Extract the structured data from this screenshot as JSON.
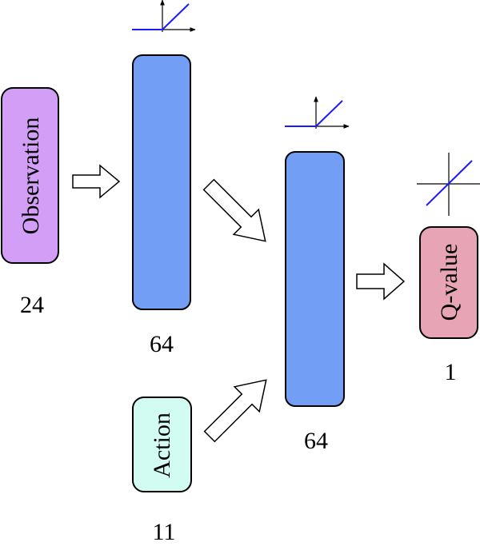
{
  "colors": {
    "observation_fill": "#d29ef6",
    "hidden_fill": "#729ff5",
    "action_fill": "#d2fbf1",
    "qvalue_fill": "#e6a4b4",
    "activation_line": "#1a1aff",
    "stroke": "#000000",
    "arrow_fill": "#ffffff"
  },
  "nodes": {
    "observation": {
      "label": "Observation",
      "size": "24"
    },
    "hidden1": {
      "size": "64",
      "activation_icon": "relu-icon"
    },
    "hidden2": {
      "size": "64",
      "activation_icon": "relu-icon"
    },
    "action": {
      "label": "Action",
      "size": "11"
    },
    "qvalue": {
      "label": "Q-value",
      "size": "1",
      "activation_icon": "linear-icon"
    }
  }
}
